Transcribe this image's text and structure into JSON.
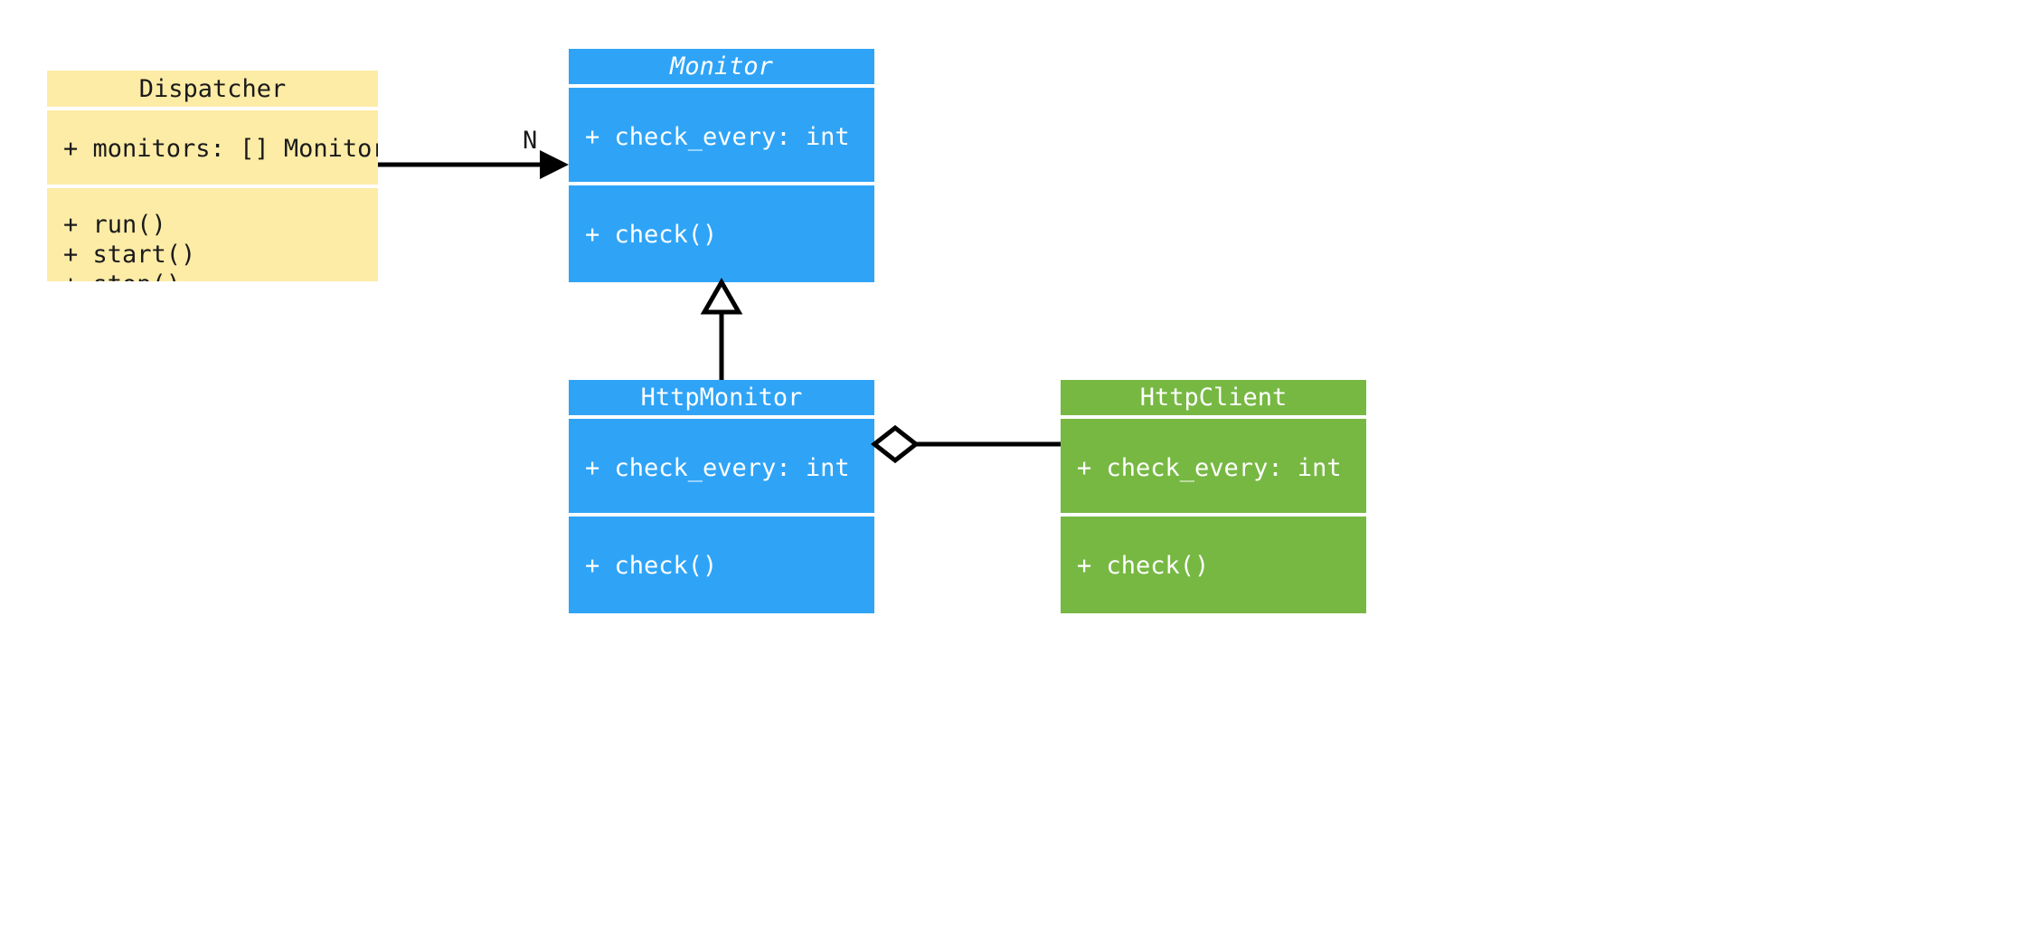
{
  "diagram": {
    "kind": "uml-class-diagram",
    "background_color": "#ffffff",
    "classes": [
      {
        "id": "dispatcher",
        "name": "Dispatcher",
        "abstract": false,
        "fill_color": "#fdeca6",
        "text_color": "#1a1a1a",
        "attributes": [
          "+ monitors: [] Monitor"
        ],
        "operations": [
          "+ run()",
          "+ start()",
          "+ stop()"
        ]
      },
      {
        "id": "monitor",
        "name": "Monitor",
        "abstract": true,
        "fill_color": "#2fa4f7",
        "text_color": "#ffffff",
        "attributes": [
          "+ check_every: int"
        ],
        "operations": [
          "+ check()"
        ]
      },
      {
        "id": "httpmonitor",
        "name": "HttpMonitor",
        "abstract": false,
        "fill_color": "#2fa4f7",
        "text_color": "#ffffff",
        "attributes": [
          "+ check_every: int"
        ],
        "operations": [
          "+ check()"
        ]
      },
      {
        "id": "httpclient",
        "name": "HttpClient",
        "abstract": false,
        "fill_color": "#77b843",
        "text_color": "#ffffff",
        "attributes": [
          "+ check_every: int"
        ],
        "operations": [
          "+ check()"
        ]
      }
    ],
    "relationships": [
      {
        "id": "dispatcher-to-monitor",
        "type": "association",
        "from": "Dispatcher",
        "to": "Monitor",
        "arrow": "solid-filled-arrowhead",
        "label": "N",
        "line_color": "#000000"
      },
      {
        "id": "httpmonitor-to-monitor",
        "type": "generalization",
        "from": "HttpMonitor",
        "to": "Monitor",
        "arrow": "hollow-triangle",
        "label": "",
        "line_color": "#000000"
      },
      {
        "id": "httpmonitor-to-httpclient",
        "type": "aggregation",
        "from": "HttpMonitor",
        "to": "HttpClient",
        "arrow": "hollow-diamond",
        "label": "",
        "line_color": "#000000"
      }
    ]
  }
}
